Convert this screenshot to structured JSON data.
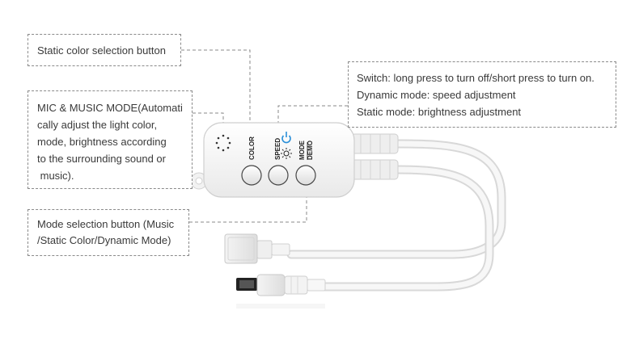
{
  "callouts": {
    "static_color": "Static color selection button",
    "mic_music": [
      "MIC & MUSIC MODE(Automati",
      "cally adjust the light color,",
      "mode, brightness according",
      "to the surrounding sound or",
      " music)."
    ],
    "mode_selection": [
      "Mode selection button (Music",
      "/Static Color/Dynamic Mode)"
    ],
    "switch": [
      "Switch: long press to turn off/short press to turn on.",
      "Dynamic mode: speed adjustment",
      "Static mode: brightness adjustment"
    ]
  },
  "device": {
    "buttons": [
      {
        "label": "COLOR",
        "sublabel": ""
      },
      {
        "label": "SPEED",
        "sublabel": ""
      },
      {
        "label": "MODE",
        "sublabel": "DEMO"
      }
    ],
    "icons": [
      "microphone-holes-icon",
      "power-icon",
      "brightness-icon"
    ],
    "colors": {
      "power_icon": "#2a8fd8",
      "callout_border": "#8a8a8a",
      "callout_text": "#3a3a3a"
    }
  }
}
